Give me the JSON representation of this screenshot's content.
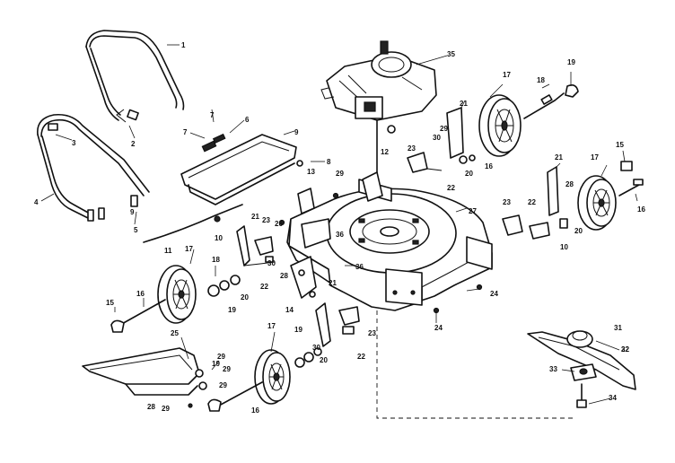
{
  "callouts": [
    {
      "id": "c1",
      "text": "1"
    },
    {
      "id": "c2",
      "text": "2"
    },
    {
      "id": "c3",
      "text": "3"
    },
    {
      "id": "c4",
      "text": "4"
    },
    {
      "id": "c5",
      "text": "5"
    },
    {
      "id": "c6",
      "text": "6"
    },
    {
      "id": "c7",
      "text": "7"
    },
    {
      "id": "c7b",
      "text": "7"
    },
    {
      "id": "c8",
      "text": "8"
    },
    {
      "id": "c9",
      "text": "9"
    },
    {
      "id": "c9b",
      "text": "9"
    },
    {
      "id": "c10",
      "text": "10"
    },
    {
      "id": "c10b",
      "text": "10"
    },
    {
      "id": "c11",
      "text": "11"
    },
    {
      "id": "c12",
      "text": "12"
    },
    {
      "id": "c13",
      "text": "13"
    },
    {
      "id": "c14",
      "text": "14"
    },
    {
      "id": "c15",
      "text": "15"
    },
    {
      "id": "c15b",
      "text": "15"
    },
    {
      "id": "c16",
      "text": "16"
    },
    {
      "id": "c16b",
      "text": "16"
    },
    {
      "id": "c16c",
      "text": "16"
    },
    {
      "id": "c16d",
      "text": "16"
    },
    {
      "id": "c17",
      "text": "17"
    },
    {
      "id": "c17b",
      "text": "17"
    },
    {
      "id": "c17c",
      "text": "17"
    },
    {
      "id": "c17d",
      "text": "17"
    },
    {
      "id": "c18",
      "text": "18"
    },
    {
      "id": "c18b",
      "text": "18"
    },
    {
      "id": "c19",
      "text": "19"
    },
    {
      "id": "c19b",
      "text": "19"
    },
    {
      "id": "c19c",
      "text": "19"
    },
    {
      "id": "c19d",
      "text": "19"
    },
    {
      "id": "c20",
      "text": "20"
    },
    {
      "id": "c20b",
      "text": "20"
    },
    {
      "id": "c20c",
      "text": "20"
    },
    {
      "id": "c20d",
      "text": "20"
    },
    {
      "id": "c21",
      "text": "21"
    },
    {
      "id": "c21b",
      "text": "21"
    },
    {
      "id": "c21c",
      "text": "21"
    },
    {
      "id": "c21d",
      "text": "21"
    },
    {
      "id": "c22",
      "text": "22"
    },
    {
      "id": "c22b",
      "text": "22"
    },
    {
      "id": "c22c",
      "text": "22"
    },
    {
      "id": "c22d",
      "text": "22"
    },
    {
      "id": "c22e",
      "text": "22"
    },
    {
      "id": "c23",
      "text": "23"
    },
    {
      "id": "c23b",
      "text": "23"
    },
    {
      "id": "c23c",
      "text": "23"
    },
    {
      "id": "c23d",
      "text": "23"
    },
    {
      "id": "c24",
      "text": "24"
    },
    {
      "id": "c24b",
      "text": "24"
    },
    {
      "id": "c25",
      "text": "25"
    },
    {
      "id": "c26",
      "text": "26"
    },
    {
      "id": "c27",
      "text": "27"
    },
    {
      "id": "c28",
      "text": "28"
    },
    {
      "id": "c28b",
      "text": "28"
    },
    {
      "id": "c28c",
      "text": "28"
    },
    {
      "id": "c29",
      "text": "29"
    },
    {
      "id": "c29b",
      "text": "29"
    },
    {
      "id": "c29c",
      "text": "29"
    },
    {
      "id": "c29d",
      "text": "29"
    },
    {
      "id": "c29e",
      "text": "29"
    },
    {
      "id": "c29f",
      "text": "29"
    },
    {
      "id": "c30",
      "text": "30"
    },
    {
      "id": "c30b",
      "text": "30"
    },
    {
      "id": "c30c",
      "text": "30"
    },
    {
      "id": "c31",
      "text": "31"
    },
    {
      "id": "c32",
      "text": "32"
    },
    {
      "id": "c33",
      "text": "33"
    },
    {
      "id": "c34",
      "text": "34"
    },
    {
      "id": "c35",
      "text": "35"
    },
    {
      "id": "c36",
      "text": "36"
    },
    {
      "id": "c36b",
      "text": "36"
    }
  ]
}
